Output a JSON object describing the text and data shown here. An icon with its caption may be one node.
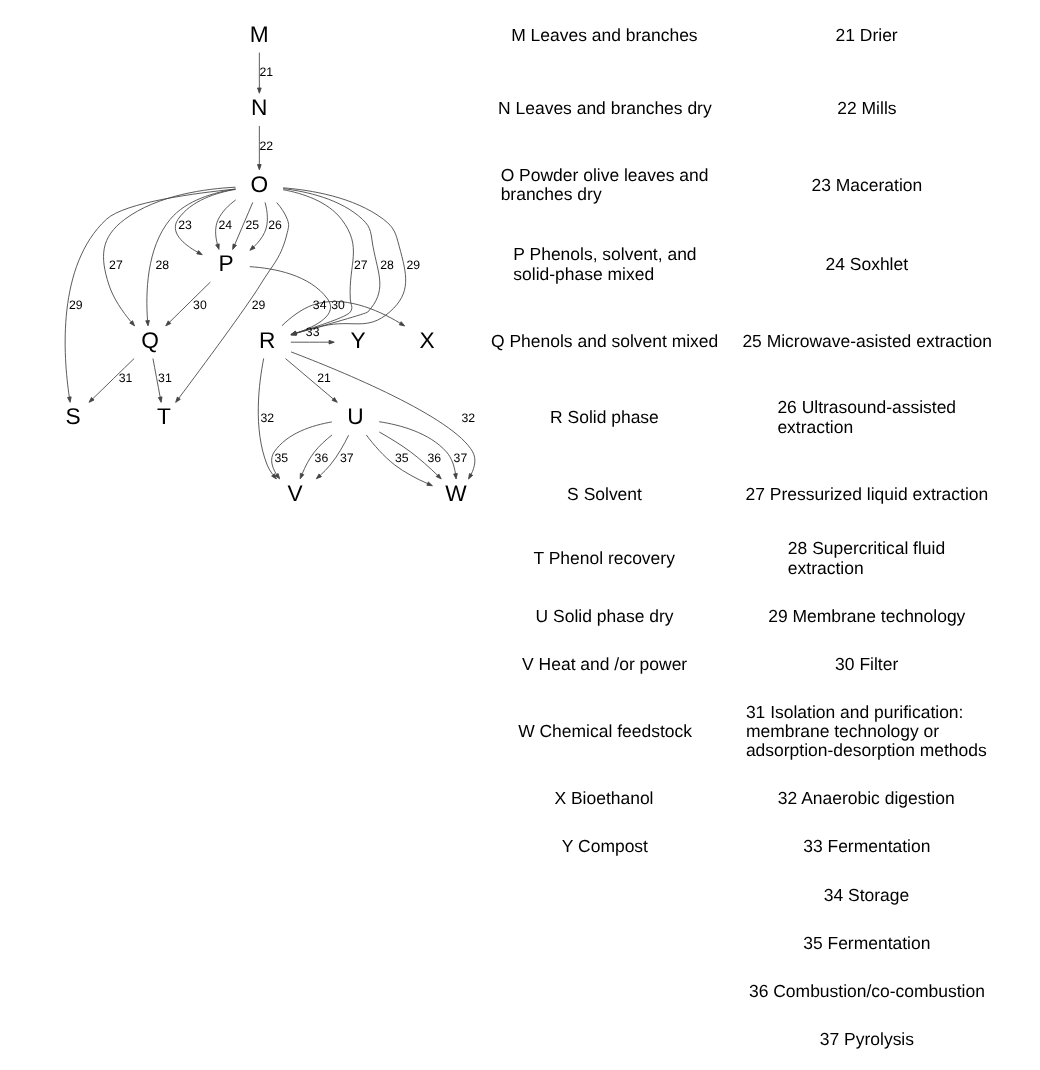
{
  "diagram": {
    "nodes": [
      {
        "text": [
          "M"
        ]
      },
      {
        "text": [
          "N"
        ]
      },
      {
        "text": [
          "O"
        ]
      },
      {
        "text": [
          "P"
        ]
      },
      {
        "text": [
          "Q"
        ]
      },
      {
        "text": [
          "R"
        ]
      },
      {
        "text": [
          "S"
        ]
      },
      {
        "text": [
          "T"
        ]
      },
      {
        "text": [
          "U"
        ]
      },
      {
        "text": [
          "V"
        ]
      },
      {
        "text": [
          "W"
        ]
      },
      {
        "text": [
          "X"
        ]
      },
      {
        "text": [
          "Y"
        ]
      }
    ],
    "edges": [
      {
        "from": 0,
        "to": 1,
        "arrow": "to",
        "label": "21"
      },
      {
        "from": 1,
        "to": 2,
        "arrow": "to",
        "label": "22"
      },
      {
        "from": 2,
        "to": 3,
        "arrow": "to",
        "label": "23"
      },
      {
        "from": 2,
        "to": 3,
        "arrow": "to",
        "label": "24"
      },
      {
        "from": 2,
        "to": 3,
        "arrow": "to",
        "label": "25"
      },
      {
        "from": 2,
        "to": 3,
        "arrow": "to",
        "label": "26"
      },
      {
        "from": 2,
        "to": 5,
        "arrow": "to",
        "label": "27"
      },
      {
        "from": 2,
        "to": 5,
        "arrow": "to",
        "label": "28"
      },
      {
        "from": 2,
        "to": 5,
        "arrow": "to",
        "label": "29"
      },
      {
        "from": 2,
        "to": 4,
        "arrow": "to",
        "label": "27"
      },
      {
        "from": 2,
        "to": 4,
        "arrow": "to",
        "label": "28"
      },
      {
        "from": 2,
        "to": 6,
        "arrow": "to",
        "label": "29"
      },
      {
        "from": 2,
        "to": 7,
        "arrow": "to",
        "label": "29"
      },
      {
        "from": 3,
        "to": 4,
        "arrow": "to",
        "label": "30"
      },
      {
        "from": 3,
        "to": 5,
        "arrow": "to",
        "label": "30"
      },
      {
        "from": 4,
        "to": 6,
        "arrow": "to",
        "label": "31"
      },
      {
        "from": 4,
        "to": 7,
        "arrow": "to",
        "label": "31"
      },
      {
        "from": 5,
        "to": 11,
        "arrow": "to",
        "label": "34"
      },
      {
        "from": 5,
        "to": 12,
        "arrow": "to",
        "label": "33"
      },
      {
        "from": 5,
        "to": 9,
        "arrow": "to",
        "label": "32"
      },
      {
        "from": 5,
        "to": 10,
        "arrow": "to",
        "label": "32"
      },
      {
        "from": 5,
        "to": 8,
        "arrow": "to",
        "label": "21"
      },
      {
        "from": 8,
        "to": 9,
        "arrow": "to",
        "label": "35"
      },
      {
        "from": 8,
        "to": 9,
        "arrow": "to",
        "label": "36"
      },
      {
        "from": 8,
        "to": 9,
        "arrow": "to",
        "label": "37"
      },
      {
        "from": 8,
        "to": 10,
        "arrow": "to",
        "label": "35"
      },
      {
        "from": 8,
        "to": 10,
        "arrow": "to",
        "label": "36"
      },
      {
        "from": 8,
        "to": 10,
        "arrow": "to",
        "label": "37"
      }
    ],
    "labels": [
      "M Leaves and branches",
      "N Leaves and branches dry",
      "O Powder olive leaves and branches dry",
      "P Phenols, solvent, and solid-phase mixed",
      "Q Phenols and solvent mixed",
      "R Solid phase",
      "S Solvent",
      "T Phenol recovery",
      "U Solid phase dry",
      "V Heat and /or power",
      "W Chemical feedstock",
      "X Bioethanol",
      "Y Compost",
      "21 Drier",
      "22 Mills",
      "23 Maceration",
      "24 Soxhlet",
      "25 Microwave-asisted extraction",
      "26 Ultrasound-assisted extraction",
      "27 Pressurized liquid extraction",
      "28 Supercritical fluid extraction",
      "29 Membrane technology",
      "30 Filter",
      "31 Isolation and purification: membrane technology or adsorption-desorption methods",
      "32 Anaerobic digestion",
      "33 Fermentation",
      "34 Storage",
      "35 Fermentation",
      "36 Combustion/co-combustion",
      "37 Pyrolysis"
    ]
  }
}
